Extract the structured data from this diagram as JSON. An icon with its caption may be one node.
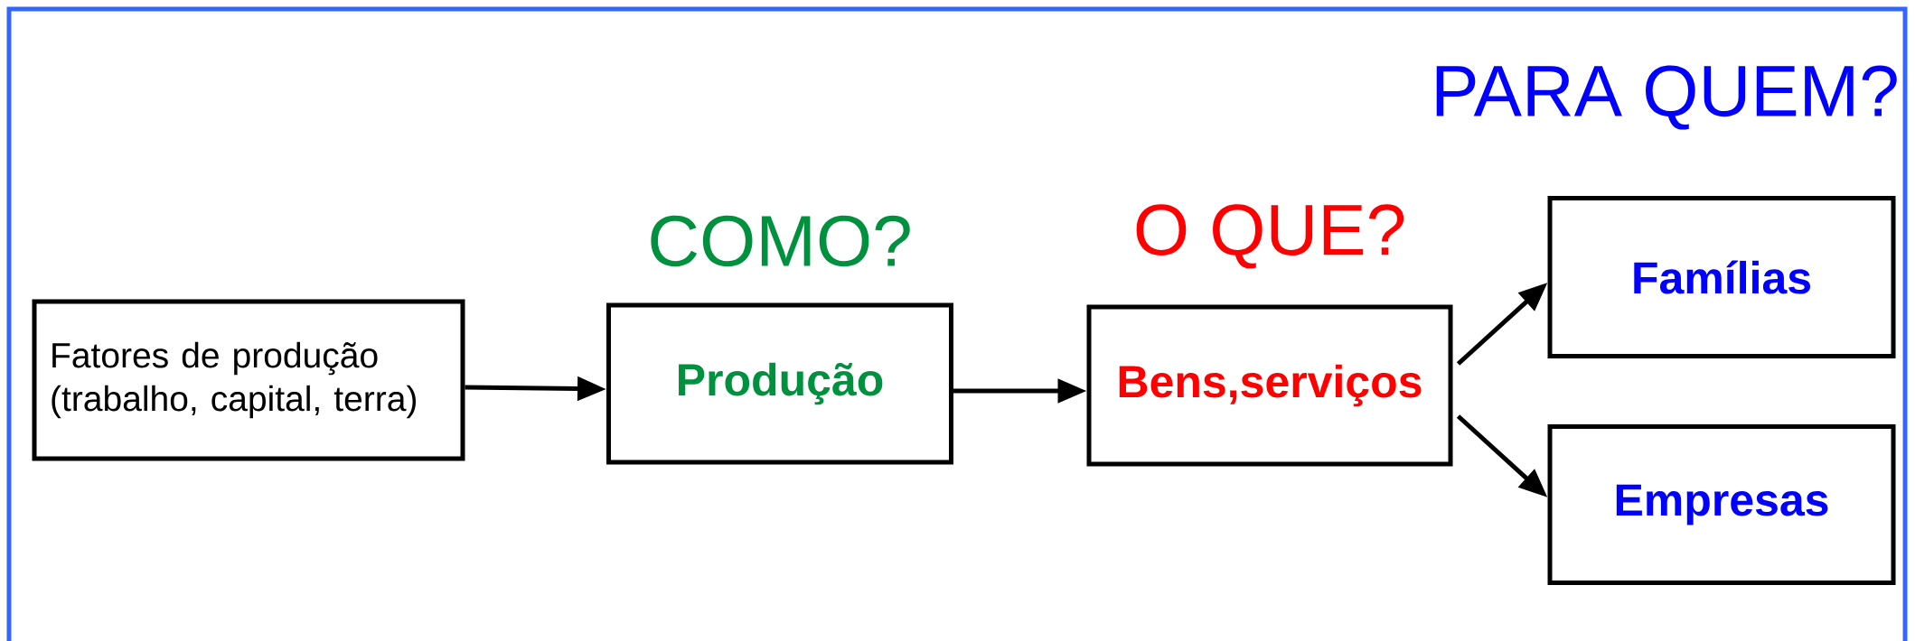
{
  "diagram": {
    "nodes": [
      {
        "text": [
          "Fatores de produção (trabalho, capital, terra)"
        ]
      },
      {
        "text": [
          "Produção"
        ],
        "beside": [
          "COMO?"
        ]
      },
      {
        "text": [
          "Bens,serviços"
        ],
        "beside": [
          "O QUE?"
        ]
      },
      {
        "text": [
          "Famílias"
        ]
      },
      {
        "text": [
          "Empresas"
        ]
      }
    ],
    "edges": [
      {
        "from": 0,
        "to": 1,
        "arrow": "to"
      },
      {
        "from": 1,
        "to": 2,
        "arrow": "to"
      },
      {
        "from": 2,
        "to": 3,
        "arrow": "to"
      },
      {
        "from": 2,
        "to": 4,
        "arrow": "to"
      }
    ],
    "labels": [
      "PARA QUEM?"
    ]
  }
}
